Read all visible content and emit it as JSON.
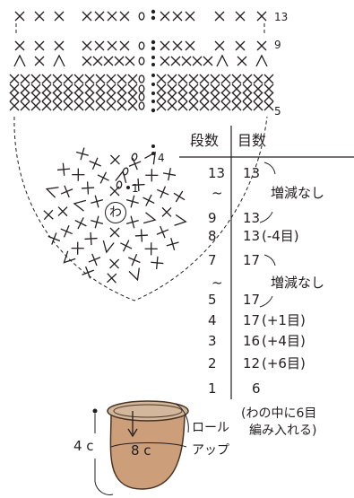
{
  "rows_chart": {
    "row_labels": [
      "13",
      "9",
      "5"
    ],
    "round_labels": [
      "4",
      "1"
    ],
    "center_ring": "わ"
  },
  "table": {
    "headers": [
      "段数",
      "目数"
    ],
    "rows": [
      {
        "round": "13",
        "count": "13",
        "note": ""
      },
      {
        "round": "~",
        "count": "",
        "note": "増減なし"
      },
      {
        "round": "9",
        "count": "13",
        "note": ""
      },
      {
        "round": "8",
        "count": "13",
        "note": "(-4目)"
      },
      {
        "round": "7",
        "count": "17",
        "note": ""
      },
      {
        "round": "~",
        "count": "",
        "note": "増減なし"
      },
      {
        "round": "5",
        "count": "17",
        "note": ""
      },
      {
        "round": "4",
        "count": "17",
        "note": "(+1目)"
      },
      {
        "round": "3",
        "count": "16",
        "note": "(+4目)"
      },
      {
        "round": "2",
        "count": "12",
        "note": "(+6目)"
      },
      {
        "round": "1",
        "count": "6",
        "note": ""
      }
    ],
    "footnote_line1": "(わの中に6目",
    "footnote_line2": "編み入れる)"
  },
  "sketch": {
    "height_label": "4 c",
    "width_label": "8 c",
    "rollup_line1": "ロール",
    "rollup_line2": "アップ",
    "body_color": "#cc9e7a",
    "rim_color": "#b89a80"
  }
}
